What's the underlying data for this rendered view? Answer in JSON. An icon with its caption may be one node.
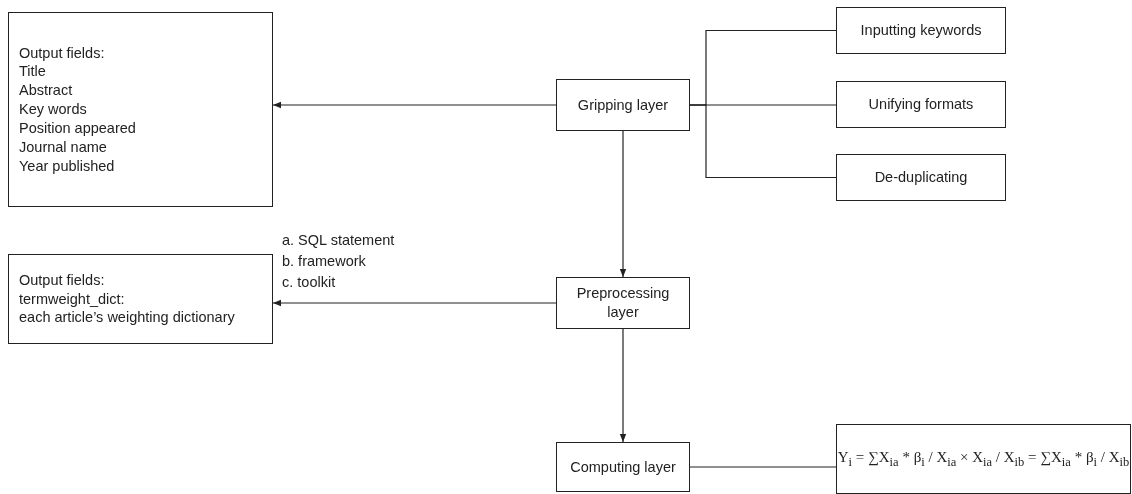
{
  "diagram": {
    "nodes": [
      {
        "text": [
          "Output fields:",
          "Title",
          "Abstract",
          "Key words",
          "Position appeared",
          "Journal name",
          "Year published"
        ]
      },
      {
        "text": [
          "Gripping layer"
        ]
      },
      {
        "text": [
          "Inputting keywords"
        ]
      },
      {
        "text": [
          "Unifying formats"
        ]
      },
      {
        "text": [
          "De-duplicating"
        ]
      },
      {
        "text": [
          "Output fields:",
          "termweight_dict:",
          "each article’s weighting dictionary"
        ]
      },
      {
        "text": [
          "Preprocessing layer"
        ]
      },
      {
        "text": [
          "Computing layer"
        ]
      },
      {
        "text": [
          "Y$_{i}$ = ∑X$_{ia}$ * β$_{i}$ / X$_{ia}$ × X$_{ia}$ / X$_{ib}$ = ∑X$_{ia}$ * β$_{i}$ / X$_{ib}$"
        ]
      }
    ],
    "edges": [
      {
        "from": 1,
        "to": 0,
        "arrow": "to"
      },
      {
        "from": 1,
        "to": 2,
        "arrow": "none"
      },
      {
        "from": 1,
        "to": 3,
        "arrow": "none"
      },
      {
        "from": 1,
        "to": 4,
        "arrow": "none"
      },
      {
        "from": 1,
        "to": 6,
        "arrow": "to"
      },
      {
        "from": 6,
        "to": 5,
        "arrow": "to"
      },
      {
        "from": 6,
        "to": 7,
        "arrow": "to"
      },
      {
        "from": 7,
        "to": 8,
        "arrow": "none"
      }
    ],
    "labels": [
      "a. SQL statement",
      "b. framework",
      "c. toolkit"
    ]
  }
}
